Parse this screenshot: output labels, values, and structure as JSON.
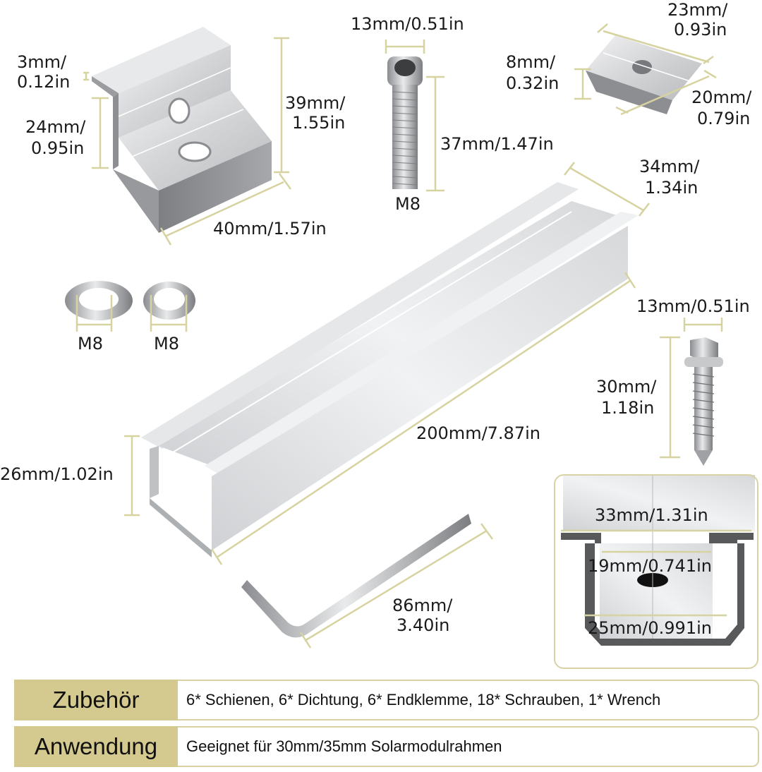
{
  "end_clamp": {
    "label": "end-clamp",
    "thickness": {
      "mm": "3mm/",
      "in": "0.12in"
    },
    "inner_height": {
      "mm": "24mm/",
      "in": "0.95in"
    },
    "height": {
      "mm": "39mm/",
      "in": "1.55in"
    },
    "length": "40mm/1.57in"
  },
  "socket_bolt": {
    "head_width": "13mm/0.51in",
    "length": "37mm/1.47in",
    "size": "M8"
  },
  "slot_nut": {
    "height": {
      "mm": "8mm/",
      "in": "0.32in"
    },
    "width": {
      "mm": "23mm/",
      "in": "0.93in"
    },
    "depth": {
      "mm": "20mm/",
      "in": "0.79in"
    }
  },
  "rail": {
    "width": {
      "mm": "34mm/",
      "in": "1.34in"
    },
    "length": "200mm/7.87in",
    "height": "26mm/1.02in"
  },
  "washers": {
    "flat_washer_size": "M8",
    "spring_washer_size": "M8"
  },
  "self_drilling_screw": {
    "head_width": "13mm/0.51in",
    "length": {
      "mm": "30mm/",
      "in": "1.18in"
    }
  },
  "hex_key": {
    "length": {
      "mm": "86mm/",
      "in": "3.40in"
    }
  },
  "rail_cross_section": {
    "top_width": "33mm/1.31in",
    "inner_top_width": "19mm/0.741in",
    "inner_bottom_width": "25mm/0.991in"
  },
  "info_table": {
    "rows": [
      {
        "key": "Zubehör",
        "value": "6* Schienen, 6* Dichtung, 6* Endklemme, 18* Schrauben, 1* Wrench"
      },
      {
        "key": "Anwendung",
        "value": "Geeignet für 30mm/35mm Solarmodulrahmen"
      }
    ]
  },
  "colors": {
    "dimension_line": "#d6d3a0",
    "table_key_bg": "#d4c98f",
    "table_border": "#d9d2a6",
    "metal_light": "#e4e5e7",
    "metal_dark": "#8e9093"
  }
}
